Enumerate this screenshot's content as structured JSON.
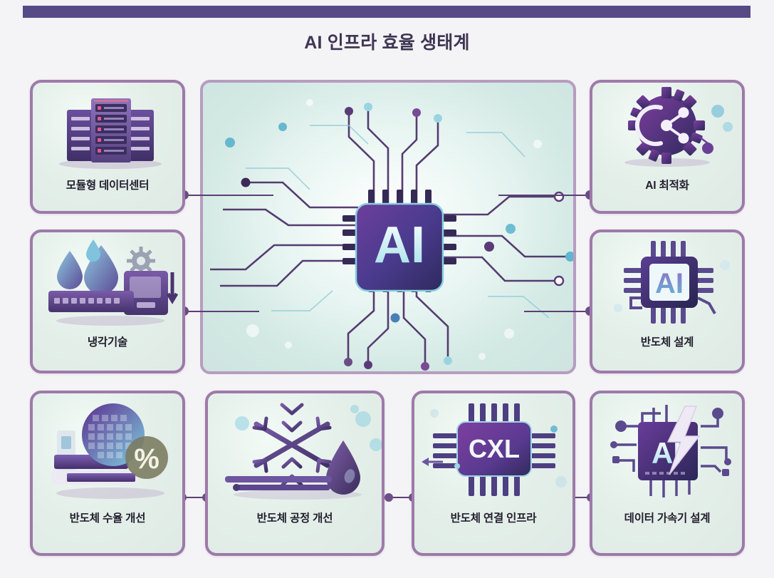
{
  "header": {
    "accent_color": "#564a87",
    "title": "AI 인프라 효율 생태계"
  },
  "theme": {
    "card_border": "#9d7aa9",
    "card_fill": "#e4efe9",
    "center_border": "#b69dc0",
    "connector": "#5b3f73",
    "text": "#231f2e",
    "title_text": "#3d3752"
  },
  "center_panel": {
    "name": "ai-hub",
    "chip_label": "AI"
  },
  "cards": {
    "top_left": {
      "label": "모듈형 데이터센터",
      "icon": "server-rack-icon"
    },
    "mid_left": {
      "label": "냉각기술",
      "icon": "water-drop-cooling-icon"
    },
    "top_right": {
      "label": "AI 최적화",
      "icon": "gear-network-icon"
    },
    "mid_right": {
      "label": "반도체 설계",
      "icon": "ai-chip-icon"
    },
    "bottom_1": {
      "label": "반도체 수율 개선",
      "icon": "wafer-percent-icon"
    },
    "bottom_2": {
      "label": "반도체 공정 개선",
      "icon": "snowflake-droplet-icon"
    },
    "bottom_3": {
      "label": "반도체 연결 인프라",
      "icon": "cxl-chip-icon"
    },
    "bottom_4": {
      "label": "데이터 가속기 설계",
      "icon": "ai-chip-bolt-icon"
    }
  },
  "chip_labels": {
    "cxl": "CXL",
    "ai": "AI",
    "percent": "%"
  }
}
